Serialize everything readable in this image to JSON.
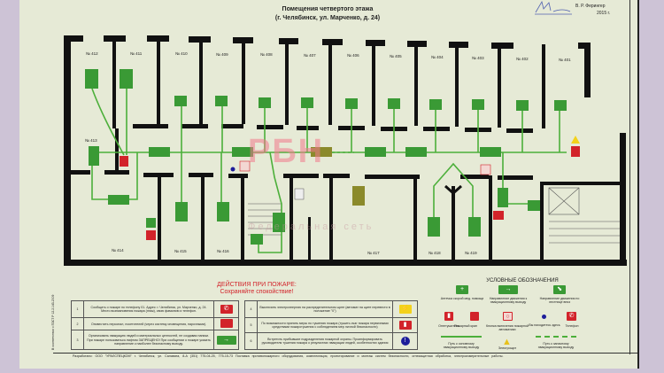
{
  "header": {
    "title": "Помещения четвертого этажа",
    "address": "(г. Челябинск, ул. Марченко, д. 24)",
    "approver": "В. Р. Ферингер",
    "year": "2015 г."
  },
  "rooms": {
    "top": [
      "№ 412",
      "№ 411",
      "№ 410",
      "№ 409",
      "№ 408",
      "№ 407",
      "№ 406",
      "№ 405",
      "№ 404",
      "№ 403",
      "№ 402",
      "№ 401"
    ],
    "bottom": [
      "№ 413",
      "№ 414",
      "№ 415",
      "№ 416",
      "№ 417",
      "№ 418",
      "№ 419"
    ]
  },
  "watermark": {
    "logo": "РБН",
    "tagline": "Федеральная сеть"
  },
  "actions": {
    "title": "ДЕЙСТВИЯ ПРИ ПОЖАРЕ:",
    "subtitle": "Сохраняйте спокойствие!",
    "rows": [
      {
        "n": "1",
        "text": "Сообщить о пожаре по телефону 01. Адрес: г. Челябинск, ул. Марченко, д. 24. Место возникновения пожара (этаж), свою фамилию и телефон.",
        "icon": "phone-icon"
      },
      {
        "n": "2",
        "text": "Оповестить персонал, посетителей (через систему оповещения, нарочными).",
        "icon": "fire-hose-icon"
      },
      {
        "n": "3",
        "text": "Организовать эвакуацию людей и материальных ценностей, не создавая паники. При пожаре пользоваться лифтом ЗАПРЕЩЕНО! При сообщении о пожаре указать направление к наиболее безопасному выходу.",
        "icon": "exit-arrow-icon"
      },
      {
        "n": "4",
        "text": "Выключить электроэнергию на распределительном щите (автомат на щите перевести в положение \"0\")",
        "icon": "electrical-panel-icon"
      },
      {
        "n": "5",
        "text": "По возможности принять меры по тушению пожара (тушить очаг пожара первичными средствами пожаротушения с соблюдением мер личной безопасности)",
        "icon": "extinguisher-icon"
      },
      {
        "n": "6",
        "text": "Встретить прибывшие подразделения пожарной охраны. Проинформировать руководителя тушения пожара о результатах эвакуации людей, особенностях здания",
        "icon": "you-are-here-icon"
      }
    ]
  },
  "legend": {
    "title": "УСЛОВНЫЕ ОБОЗНАЧЕНИЯ",
    "first_aid": "Аптечка скорой мед. помощи",
    "exit_direction": "Направление движения к эвакуационному выходу",
    "stairs_down": "Направление движения по лестнице вниз",
    "extinguisher": "Огнетушитель",
    "hydrant": "Пожарный кран",
    "alarm_button": "Кнопка включения пожарной автоматики",
    "you_are_here": "Вы находитесь здесь",
    "phone": "Телефон",
    "main_route": "Путь к основному эвакуационному выходу",
    "panel": "Электрощит",
    "reserve_route": "Путь к запасному эвакуационному выходу"
  },
  "footer": {
    "developer": "Разработано: ООО \"УРАЛСПЕЦКОМ\"",
    "address": "г. Челябинск, ул. Салавата, 8-А",
    "phones": "(351) 775-04-25,  775-15-73",
    "services": "Поставка противопожарного оборудования, комплектация, проектирование и монтаж систем безопасности, огнезащитная обработка, электроизмерительные работы."
  },
  "standard": "В соответствии с ГОСТ Р 12.2.143-2009",
  "colors": {
    "board": "#e6ead6",
    "wall": "#111111",
    "route": "#3a9a35",
    "alert": "#d2232a",
    "wall_bg": "#cdc3d6"
  }
}
